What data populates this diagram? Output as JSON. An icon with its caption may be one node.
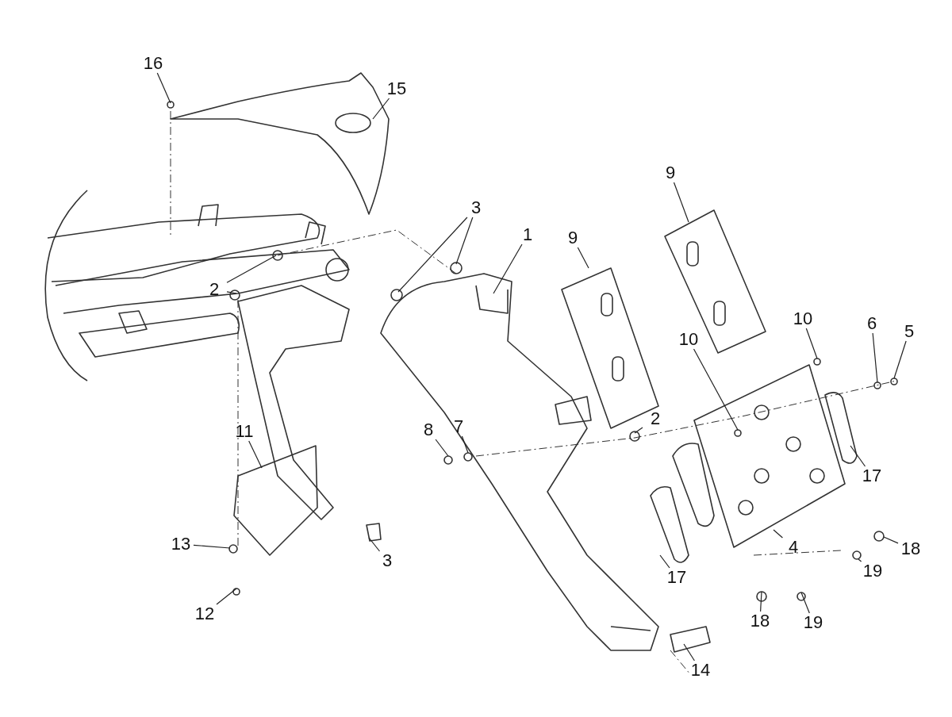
{
  "diagram": {
    "nodes": [
      {
        "text": [
          "16"
        ]
      },
      {
        "text": [
          "15"
        ]
      },
      {
        "text": [
          "9"
        ]
      },
      {
        "text": [
          "3"
        ]
      },
      {
        "text": [
          "1"
        ]
      },
      {
        "text": [
          "9"
        ]
      },
      {
        "text": [
          "2"
        ]
      },
      {
        "text": [
          "10"
        ]
      },
      {
        "text": [
          "6"
        ]
      },
      {
        "text": [
          "5"
        ]
      },
      {
        "text": [
          "10"
        ]
      },
      {
        "text": [
          "11"
        ]
      },
      {
        "text": [
          "8"
        ]
      },
      {
        "text": [
          "7"
        ]
      },
      {
        "text": [
          "2"
        ]
      },
      {
        "text": [
          "17"
        ]
      },
      {
        "text": [
          "13"
        ]
      },
      {
        "text": [
          "4"
        ]
      },
      {
        "text": [
          "18"
        ]
      },
      {
        "text": [
          "3"
        ]
      },
      {
        "text": [
          "19"
        ]
      },
      {
        "text": [
          "17"
        ]
      },
      {
        "text": [
          "12"
        ]
      },
      {
        "text": [
          "18"
        ]
      },
      {
        "text": [
          "19"
        ]
      },
      {
        "text": [
          "14"
        ]
      }
    ],
    "edges": [
      {
        "from": 0,
        "to": null,
        "arrow": "none"
      },
      {
        "from": 1,
        "to": null,
        "arrow": "none"
      },
      {
        "from": 2,
        "to": null,
        "arrow": "none"
      },
      {
        "from": 3,
        "to": null,
        "arrow": "none"
      },
      {
        "from": 3,
        "to": null,
        "arrow": "none"
      },
      {
        "from": 4,
        "to": null,
        "arrow": "none"
      },
      {
        "from": 5,
        "to": null,
        "arrow": "none"
      },
      {
        "from": 6,
        "to": null,
        "arrow": "none"
      },
      {
        "from": 6,
        "to": null,
        "arrow": "none"
      },
      {
        "from": 7,
        "to": null,
        "arrow": "none"
      },
      {
        "from": 8,
        "to": null,
        "arrow": "none"
      },
      {
        "from": 9,
        "to": null,
        "arrow": "none"
      },
      {
        "from": 10,
        "to": null,
        "arrow": "none"
      },
      {
        "from": 11,
        "to": null,
        "arrow": "none"
      },
      {
        "from": 12,
        "to": null,
        "arrow": "none"
      },
      {
        "from": 13,
        "to": null,
        "arrow": "none"
      },
      {
        "from": 14,
        "to": null,
        "arrow": "none"
      },
      {
        "from": 15,
        "to": null,
        "arrow": "none"
      },
      {
        "from": 16,
        "to": null,
        "arrow": "none"
      },
      {
        "from": 17,
        "to": null,
        "arrow": "none"
      },
      {
        "from": 18,
        "to": null,
        "arrow": "none"
      },
      {
        "from": 19,
        "to": null,
        "arrow": "none"
      },
      {
        "from": 20,
        "to": null,
        "arrow": "none"
      },
      {
        "from": 21,
        "to": null,
        "arrow": "none"
      },
      {
        "from": 22,
        "to": null,
        "arrow": "none"
      },
      {
        "from": 23,
        "to": null,
        "arrow": "none"
      },
      {
        "from": 24,
        "to": null,
        "arrow": "none"
      },
      {
        "from": 25,
        "to": null,
        "arrow": "none"
      }
    ]
  }
}
